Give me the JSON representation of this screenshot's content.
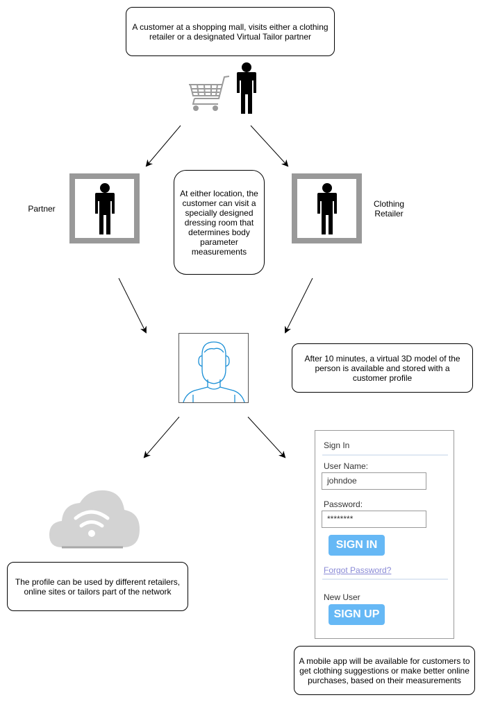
{
  "notes": {
    "top": "A customer at a shopping mall, visits either a clothing retailer or a designated Virtual Tailor partner",
    "middle": "At either location, the customer can visit a specially designed dressing room that determines body parameter measurements",
    "model": "After 10 minutes, a virtual 3D model of the person is available and stored with a customer profile",
    "profile": "The profile can be used by different retailers, online sites or tailors part of the network",
    "mobile": "A mobile app will be available for customers to get clothing suggestions or make better online purchases, based on their measurements"
  },
  "labels": {
    "partner": "Partner",
    "retailer": "Clothing Retailer"
  },
  "signin": {
    "title": "Sign In",
    "username_label": "User Name:",
    "username_value": "johndoe",
    "password_label": "Password:",
    "password_value": "********",
    "signin_button": "SIGN IN",
    "forgot_link": "Forgot Password?",
    "new_user_label": "New User",
    "signup_button": "SIGN UP"
  },
  "icons": [
    "shopping-cart-icon",
    "person-icon",
    "dressing-room-icon",
    "user-avatar-icon",
    "cloud-wifi-icon"
  ],
  "colors": {
    "button": "#66b8f5",
    "link": "#8a8ad6",
    "room_frame": "#999999",
    "avatar_stroke": "#1a8fd6",
    "cloud": "#d3d3d3"
  }
}
